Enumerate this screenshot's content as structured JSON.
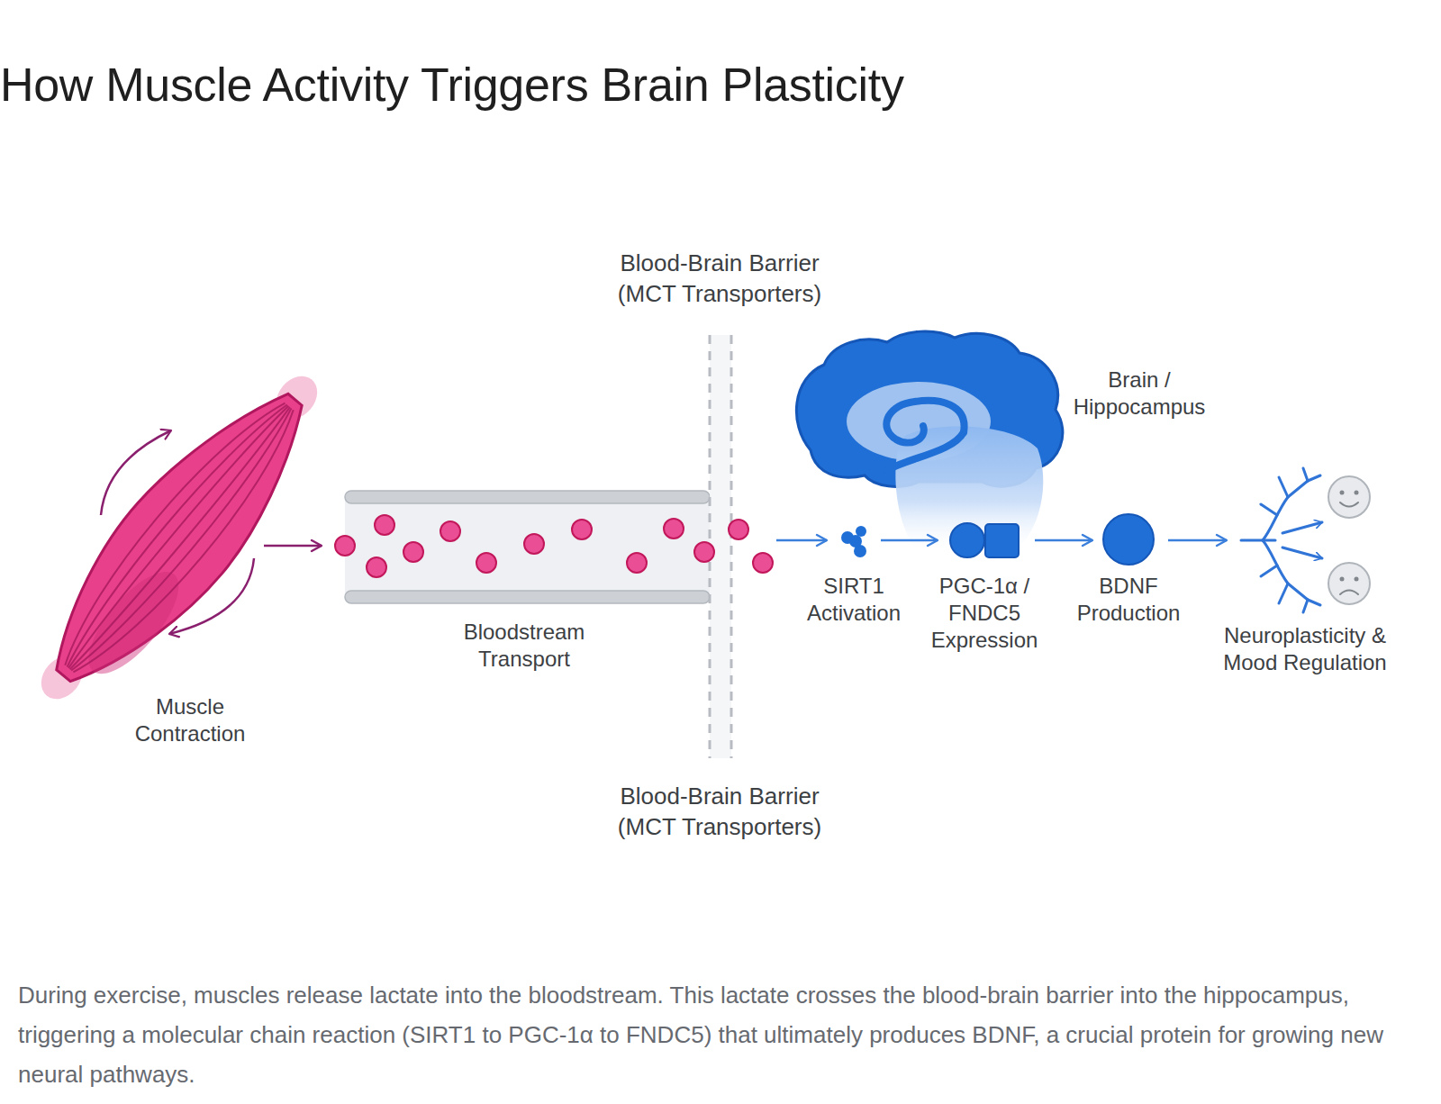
{
  "diagram": {
    "title": "How Muscle Activity Triggers Brain Plasticity",
    "caption": "During exercise, muscles release lactate into the bloodstream. This lactate crosses the blood-brain barrier into the hippocampus, triggering a molecular chain reaction (SIRT1 to PGC-1α to FNDC5) that ultimately produces BDNF, a crucial protein for growing new neural pathways.",
    "nodes": [
      {
        "text": [
          "Muscle Contraction"
        ]
      },
      {
        "text": [
          "Bloodstream Transport"
        ]
      },
      {
        "text": [
          "Brain / Hippocampus"
        ]
      },
      {
        "text": [
          "SIRT1 Activation"
        ]
      },
      {
        "text": [
          "PGC-1α / FNDC5 Expression"
        ]
      },
      {
        "text": [
          "BDNF Production"
        ]
      },
      {
        "text": [
          "Neuroplasticity & Mood Regulation"
        ]
      }
    ],
    "edges": [
      {
        "from": 0,
        "to": 1,
        "arrow": "to"
      },
      {
        "from": 1,
        "to": 3,
        "arrow": "to"
      },
      {
        "from": 3,
        "to": 4,
        "arrow": "to"
      },
      {
        "from": 4,
        "to": 5,
        "arrow": "to"
      },
      {
        "from": 5,
        "to": 6,
        "arrow": "to"
      }
    ],
    "labels": [
      "Blood-Brain Barrier (MCT Transporters)",
      "Blood-Brain Barrier (MCT Transporters)"
    ]
  }
}
